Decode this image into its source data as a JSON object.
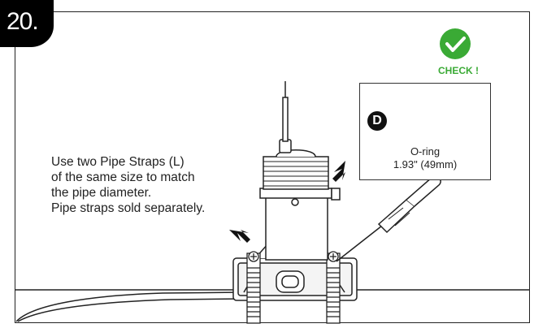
{
  "step": {
    "number": "20."
  },
  "instructions": {
    "line1": "Use two Pipe Straps (L)",
    "line2": "of the same size to match",
    "line3": "the pipe diameter.",
    "line4": "Pipe straps sold separately."
  },
  "part": {
    "letter": "D",
    "name": "O-ring",
    "size": "1.93\" (49mm)"
  },
  "check": {
    "label": "CHECK !",
    "color": "#3aaa35",
    "icon": "check-circle-icon"
  }
}
